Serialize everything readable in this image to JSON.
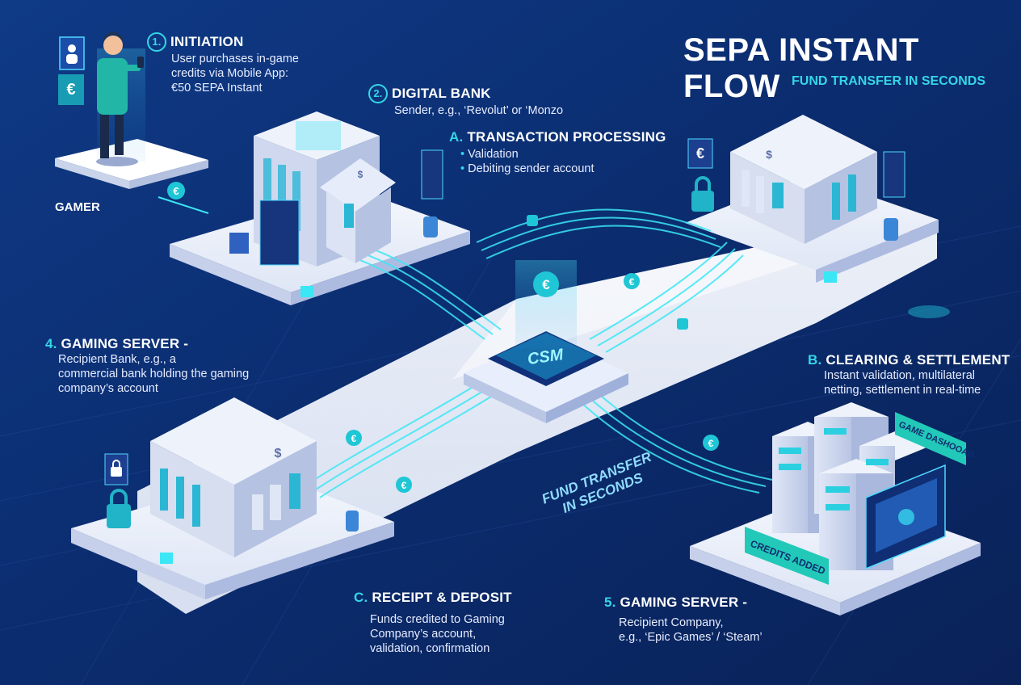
{
  "title": "SEPA INSTANT FLOW",
  "subtitle": "FUND TRANSFER IN SECONDS",
  "gamer_label": "GAMER",
  "chip_label": "CSM",
  "fund_transfer_text": [
    "FUND TRANSFER",
    "IN SECONDS"
  ],
  "screen_tags": {
    "credits_added": "CREDITS ADDED",
    "game_dashboard": "GAME DASHOOAD"
  },
  "steps": {
    "initiation": {
      "number": "1.",
      "title": "INITIATION",
      "lines": [
        "User purchases in-game",
        "credits via Mobile App:",
        "€50 SEPA Instant"
      ]
    },
    "digital_bank": {
      "number": "2.",
      "title": "DIGITAL BANK",
      "lines": [
        "Sender, e.g., ‘Revolut’ or ‘Monzo"
      ]
    },
    "transaction_processing": {
      "number": "A.",
      "title": "TRANSACTION PROCESSING",
      "bullets": [
        "Validation",
        "Debiting sender account"
      ]
    },
    "gaming_server_bank": {
      "number": "4.",
      "title": "GAMING SERVER -",
      "lines": [
        "Recipient Bank, e.g., a",
        "commercial bank holding the gaming",
        "company’s account"
      ]
    },
    "clearing_settlement": {
      "number": "B.",
      "title": "CLEARING & SETTLEMENT",
      "lines": [
        "Instant validation, multilateral",
        "netting, settlement in real-time"
      ]
    },
    "receipt_deposit": {
      "number": "C.",
      "title": "RECEIPT & DEPOSIT",
      "lines": [
        "Funds credited to Gaming",
        "Company’s account,",
        "validation, confirmation"
      ]
    },
    "gaming_server_company": {
      "number": "5.",
      "title": "GAMING SERVER -",
      "lines": [
        "Recipient Company,",
        "e.g., ‘Epic Games’ / ‘Steam’"
      ]
    }
  },
  "icons": {
    "euro": "€",
    "dollar": "$",
    "user": "user-icon",
    "lock": "lock-icon"
  },
  "colors": {
    "background": "#0c2a66",
    "accent_cyan": "#35d6e6",
    "platform": "#eef2fb",
    "building": "#dde4f4",
    "white": "#ffffff"
  }
}
